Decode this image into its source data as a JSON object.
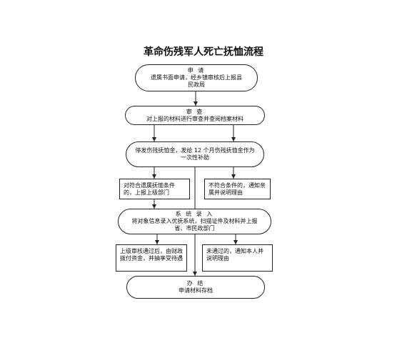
{
  "title": "革命伤残军人死亡抚恤流程",
  "nodes": {
    "apply": {
      "head": "申 请",
      "body": "遗属书面申请，经乡镇审核后上报县民政局"
    },
    "review": {
      "head": "审 查",
      "body": "对上报的材料进行审查并查阅档案材料"
    },
    "pay": {
      "body": "停发伤残抚恤金，发给 12 个月伤残抚恤金作为一次性补助"
    },
    "eligible_yes": {
      "body": "对符合遗属抚恤条件的，上报上级部门"
    },
    "eligible_no": {
      "body": "不符合条件的，通知亲属并说明理由"
    },
    "entry": {
      "head": "系 统 录 入",
      "body": "将对象信息录入优抚系统，扫描证件及材料并上报省、市民政部门"
    },
    "approved": {
      "body": "上级审核通过后，由财政拨付资金，并抽享受待遇"
    },
    "rejected": {
      "body": "未通过的，通知本人并说明理由"
    },
    "finish": {
      "head": "办 结",
      "body": "申请材料存档"
    }
  }
}
